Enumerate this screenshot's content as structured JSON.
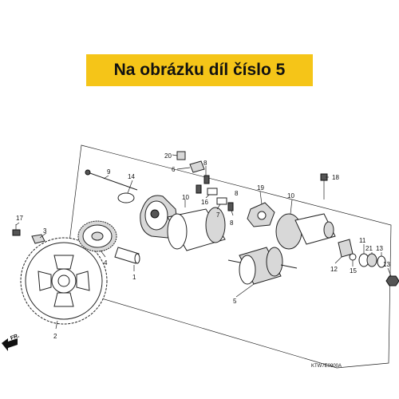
{
  "banner": {
    "text": "Na obrázku díl číslo 5",
    "color": "#f5c518"
  },
  "diagram": {
    "code": "KTW7E0900A",
    "direction_label": "FR.",
    "labels": {
      "p1": "1",
      "p2": "2",
      "p3": "3",
      "p4": "4",
      "p5": "5",
      "p6": "6",
      "p7": "7",
      "p8a": "8",
      "p8b": "8",
      "p8c": "8",
      "p9": "9",
      "p10a": "10",
      "p10b": "10",
      "p11": "11",
      "p12": "12",
      "p13a": "13",
      "p13b": "13",
      "p14": "14",
      "p15": "15",
      "p16": "16",
      "p17": "17",
      "p18": "18",
      "p19": "19",
      "p20": "20",
      "p21": "21"
    }
  }
}
